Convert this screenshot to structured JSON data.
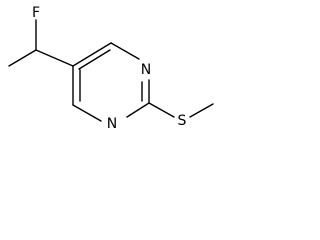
{
  "molecule": {
    "atoms": {
      "fluorine": "F",
      "nitrogen_top": "N",
      "nitrogen_bottom": "N",
      "sulfur": "S"
    }
  }
}
